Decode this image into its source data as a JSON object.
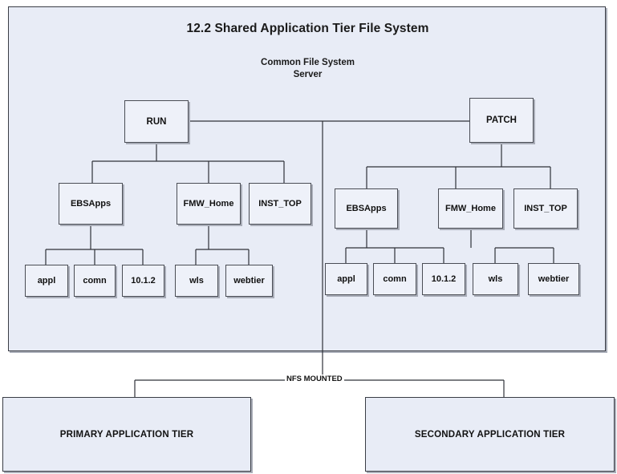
{
  "diagram": {
    "title": "12.2 Shared Application Tier File System",
    "subtitle_line1": "Common File System",
    "subtitle_line2": "Server",
    "mount_label": "NFS MOUNTED",
    "colors": {
      "panel_fill": "#e8ecf6",
      "node_fill": "#eef1f9",
      "border": "#3a3d45",
      "line": "#2e3138",
      "text": "#111111",
      "page_background": "#ffffff"
    }
  },
  "trees": {
    "run": {
      "root_label": "RUN",
      "children": [
        {
          "label": "EBSApps",
          "children": [
            {
              "label": "appl"
            },
            {
              "label": "comn"
            },
            {
              "label": "10.1.2"
            }
          ]
        },
        {
          "label": "FMW_Home",
          "children": [
            {
              "label": "wls"
            },
            {
              "label": "webtier"
            }
          ]
        },
        {
          "label": "INST_TOP",
          "children": []
        }
      ]
    },
    "patch": {
      "root_label": "PATCH",
      "children": [
        {
          "label": "EBSApps",
          "children": [
            {
              "label": "appl"
            },
            {
              "label": "comn"
            },
            {
              "label": "10.1.2"
            }
          ]
        },
        {
          "label": "FMW_Home",
          "children": [
            {
              "label": "wls"
            },
            {
              "label": "webtier"
            }
          ]
        },
        {
          "label": "INST_TOP",
          "children": []
        }
      ]
    }
  },
  "tiers": [
    {
      "label": "PRIMARY APPLICATION TIER"
    },
    {
      "label": "SECONDARY  APPLICATION TIER"
    }
  ]
}
